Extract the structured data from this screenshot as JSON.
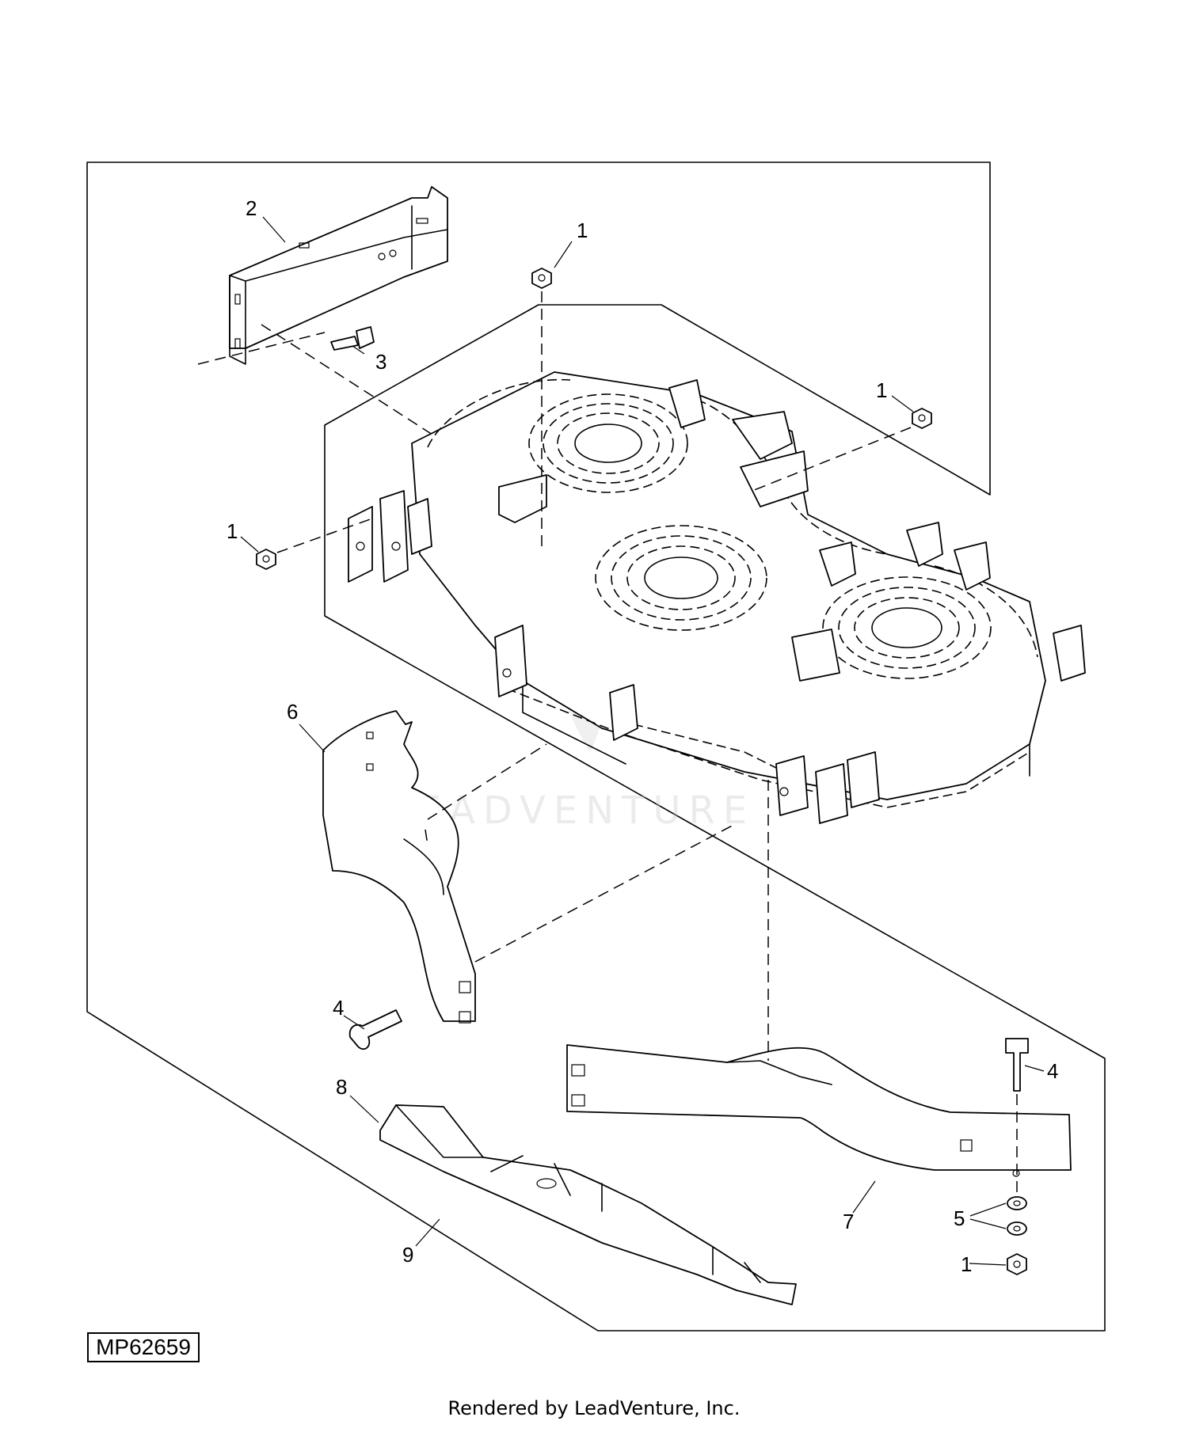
{
  "diagram": {
    "figure_id": "MP62659",
    "watermark": "LEADVENTURE",
    "footer": "Rendered by LeadVenture, Inc.",
    "callouts": [
      {
        "id": "c1a",
        "label": "1"
      },
      {
        "id": "c1b",
        "label": "1"
      },
      {
        "id": "c1c",
        "label": "1"
      },
      {
        "id": "c1d",
        "label": "1"
      },
      {
        "id": "c2",
        "label": "2"
      },
      {
        "id": "c3",
        "label": "3"
      },
      {
        "id": "c4a",
        "label": "4"
      },
      {
        "id": "c4b",
        "label": "4"
      },
      {
        "id": "c5",
        "label": "5"
      },
      {
        "id": "c6",
        "label": "6"
      },
      {
        "id": "c7",
        "label": "7"
      },
      {
        "id": "c8",
        "label": "8"
      },
      {
        "id": "c9",
        "label": "9"
      }
    ]
  }
}
